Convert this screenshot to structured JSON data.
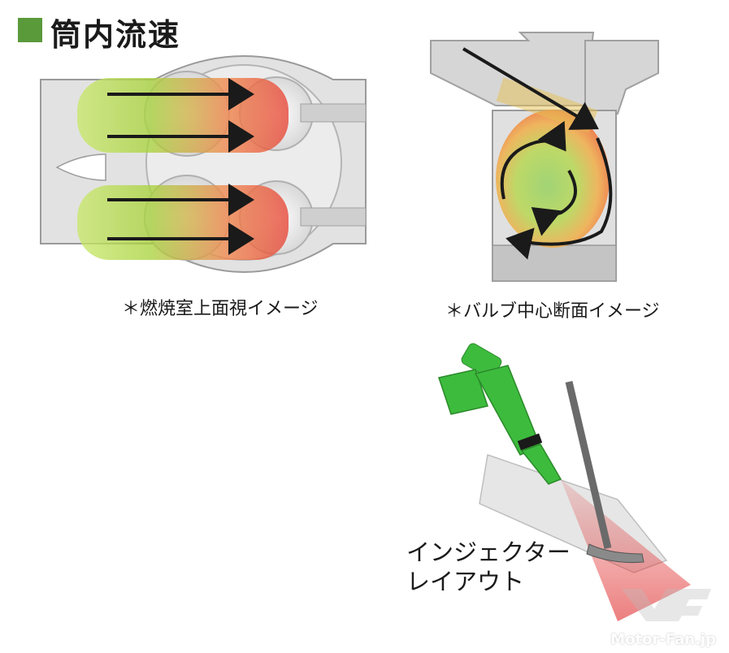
{
  "title": "筒内流速",
  "captions": {
    "top_view": "＊燃焼室上面視イメージ",
    "valve_section": "＊バルブ中心断面イメージ"
  },
  "injector_label": {
    "line1": "インジェクター",
    "line2": "レイアウト"
  },
  "watermark": "Motor-Fan.jp",
  "colors": {
    "title_square": "#5a9a3a",
    "flow_green": "#a8d23a",
    "flow_red": "#e6483a",
    "arrow": "#1a1a1a",
    "injector": "#3dbb3d",
    "spray": "#e23a3a"
  }
}
